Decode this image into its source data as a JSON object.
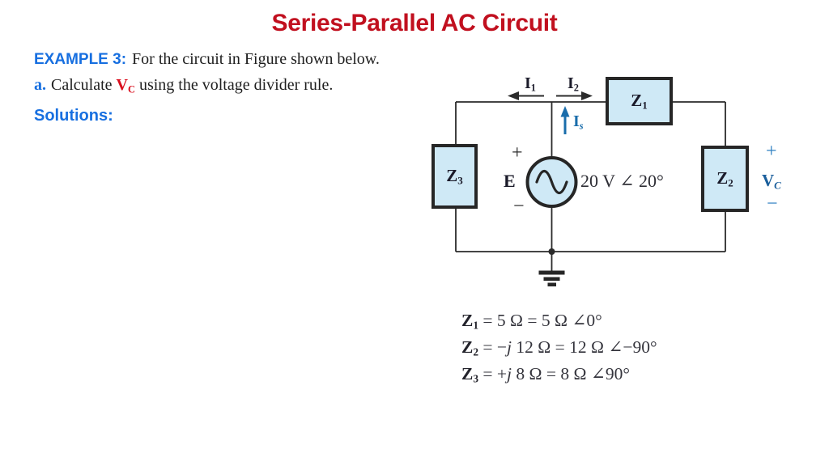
{
  "page": {
    "title": "Series-Parallel AC Circuit",
    "example": {
      "label": "EXAMPLE 3:",
      "text": "For the circuit in Figure shown below."
    },
    "item_a": {
      "label": "a.",
      "pre": "Calculate ",
      "vc_main": "V",
      "vc_sub": "C",
      "post": " using the voltage divider rule."
    },
    "solutions_label": "Solutions:"
  },
  "circuit": {
    "impedances": {
      "z1": {
        "main": "Z",
        "sub": "1"
      },
      "z2": {
        "main": "Z",
        "sub": "2"
      },
      "z3": {
        "main": "Z",
        "sub": "3"
      }
    },
    "currents": {
      "i1": {
        "main": "I",
        "sub": "1"
      },
      "i2": {
        "main": "I",
        "sub": "2"
      },
      "is": {
        "main": "I",
        "sub": "s"
      }
    },
    "source": {
      "label": "E",
      "value": "20 V ∠ 20°",
      "plus": "+",
      "minus": "−"
    },
    "vc": {
      "plus": "+",
      "main": "V",
      "sub": "C",
      "minus": "−"
    }
  },
  "equations": [
    {
      "main": "Z",
      "sub": "1",
      "pre": " = 5 Ω = 5 Ω ∠0°",
      "j": "",
      "post": ""
    },
    {
      "main": "Z",
      "sub": "2",
      "pre": " = −",
      "j": "j",
      "post": " 12 Ω = 12 Ω ∠−90°"
    },
    {
      "main": "Z",
      "sub": "3",
      "pre": " = +",
      "j": "j",
      "post": " 8 Ω = 8 Ω ∠90°"
    }
  ],
  "colors": {
    "title_red": "#c1101f",
    "heading_blue": "#176fe0",
    "vc_item_red": "#da0f1e",
    "circuit_blue": "#1a6dab",
    "vc_accent_blue": "#2f80c2",
    "vc_text_blue": "#1b5f9c",
    "box_fill": "#cfe9f6",
    "box_border": "#262626",
    "wire": "#2b2b2b",
    "label_dark": "#1b1b2a",
    "equation_dark": "#35353d"
  }
}
